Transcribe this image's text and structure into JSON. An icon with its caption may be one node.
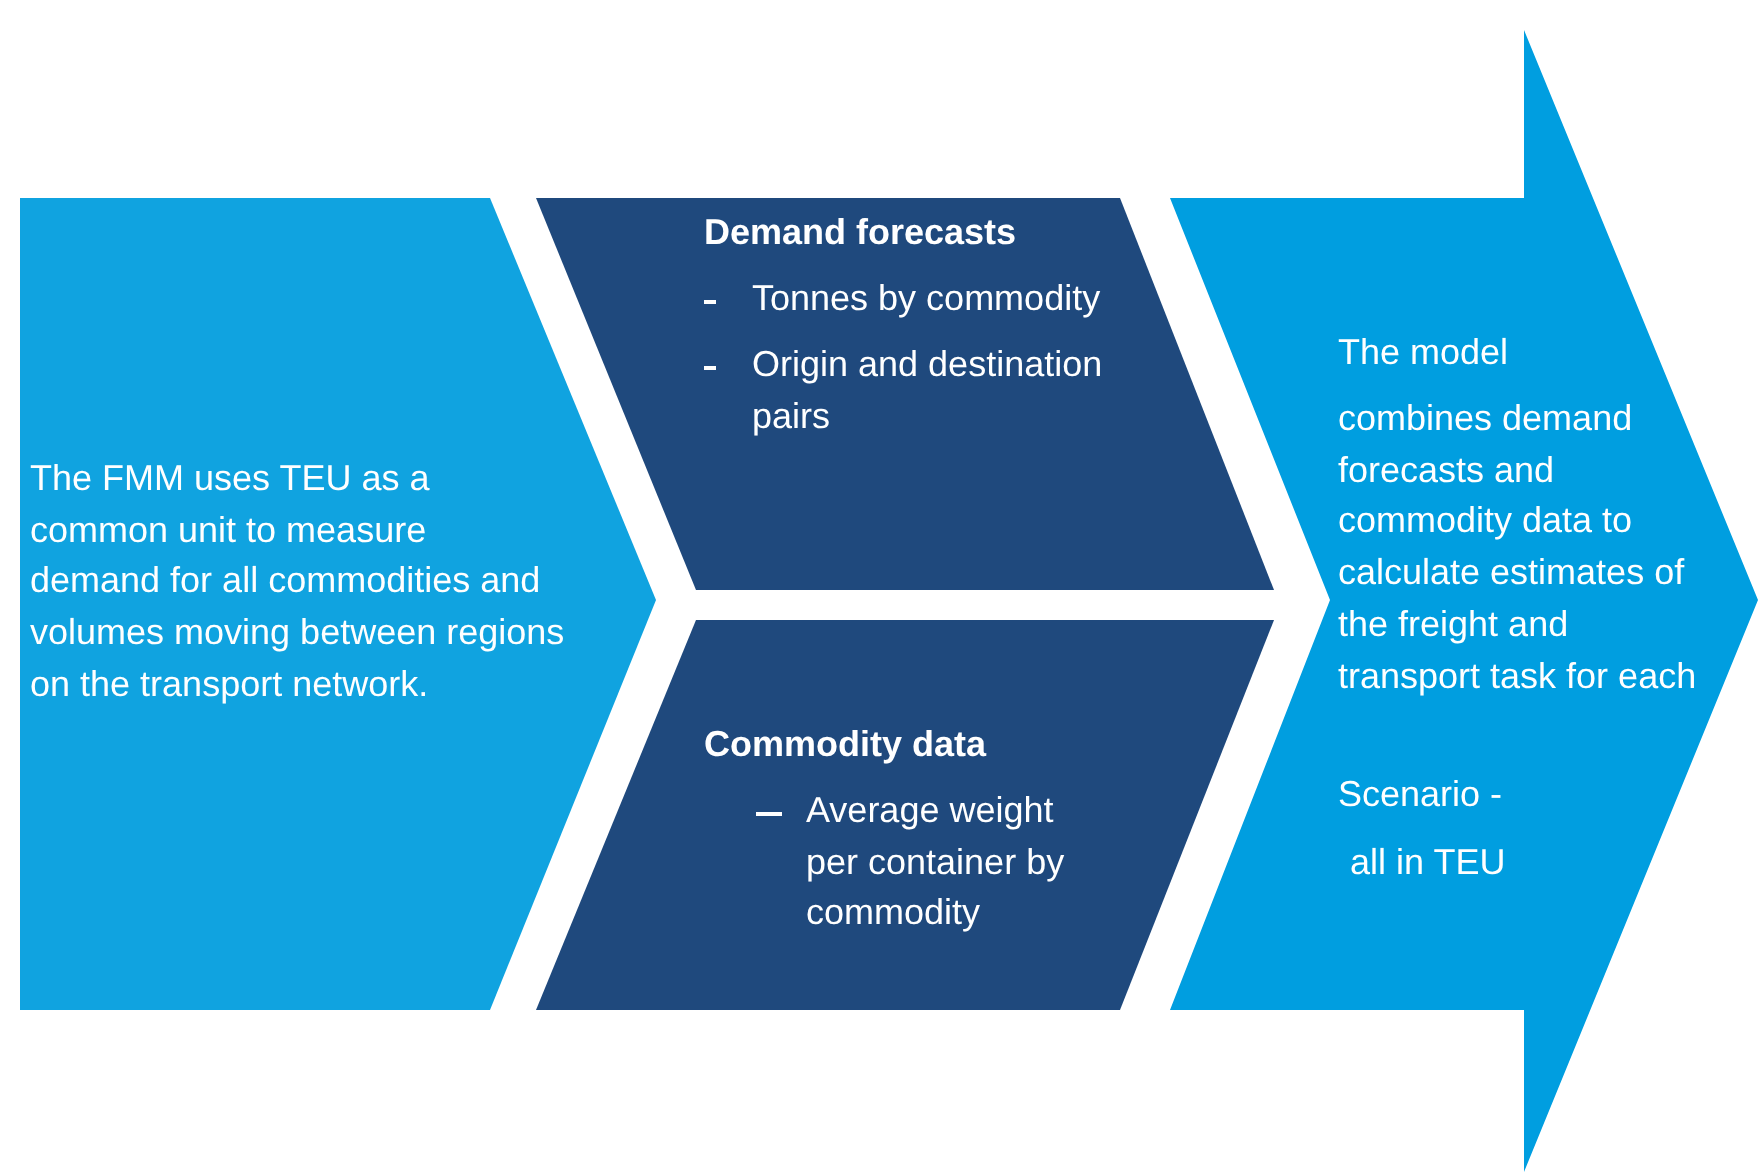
{
  "diagram": {
    "nodes": [
      {
        "text": [
          "The FMM uses TEU as a common unit to measure demand for all commodities and volumes moving between regions on the transport network."
        ]
      },
      {
        "text": [
          "Demand forecasts",
          "Tonnes by commodity",
          "Origin and destination pairs"
        ]
      },
      {
        "text": [
          "Commodity data",
          "Average weight per container by commodity"
        ]
      },
      {
        "text": [
          "The model",
          "combines demand forecasts and commodity data to calculate estimates of the freight and transport task for each",
          "Scenario -",
          "all in TEU"
        ]
      }
    ]
  }
}
